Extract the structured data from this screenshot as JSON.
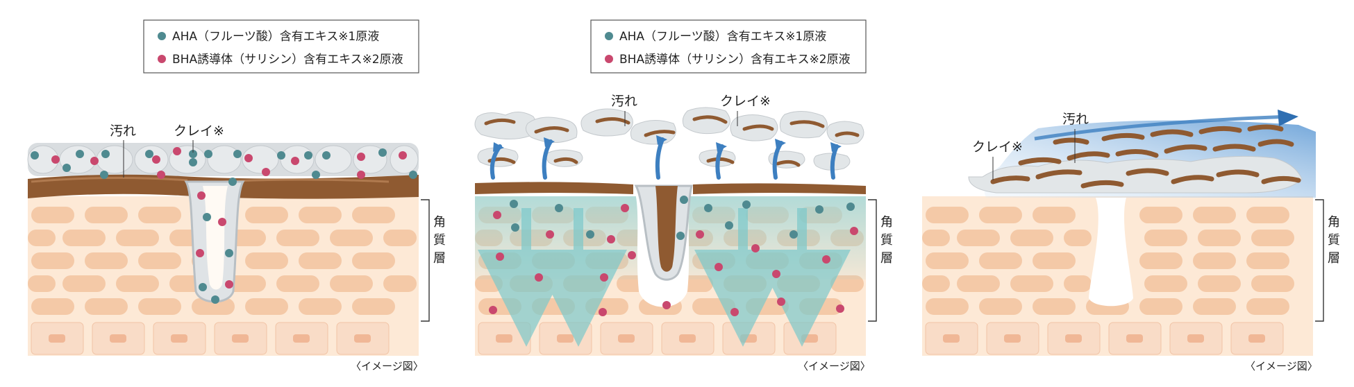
{
  "legend": {
    "aha": "AHA（フルーツ酸）含有エキス※1原液",
    "bha": "BHA誘導体（サリシン）含有エキス※2原液",
    "aha_color": "#4f8a90",
    "bha_color": "#c9486e"
  },
  "labels": {
    "dirt": "汚れ",
    "clay": "クレイ※",
    "stratum_corneum": "角質層",
    "image_note": "〈イメージ図〉"
  },
  "colors": {
    "cell_fill": "#f4c9a7",
    "cell_bg": "#fde9d6",
    "basal_cell": "#f6cfb5",
    "dirt": "#9a6136",
    "clay": "#d5d9dc",
    "penetration": "#8fd3d6",
    "lift_arrow": "#3d7fc0"
  },
  "panels": [
    {
      "stage": "before",
      "legend_shown": true,
      "has_dirt_label": true,
      "has_clay_label": true
    },
    {
      "stage": "during",
      "legend_shown": true,
      "has_dirt_label": true,
      "has_clay_label": true
    },
    {
      "stage": "after",
      "legend_shown": false,
      "has_dirt_label": true,
      "has_clay_label": true
    }
  ]
}
